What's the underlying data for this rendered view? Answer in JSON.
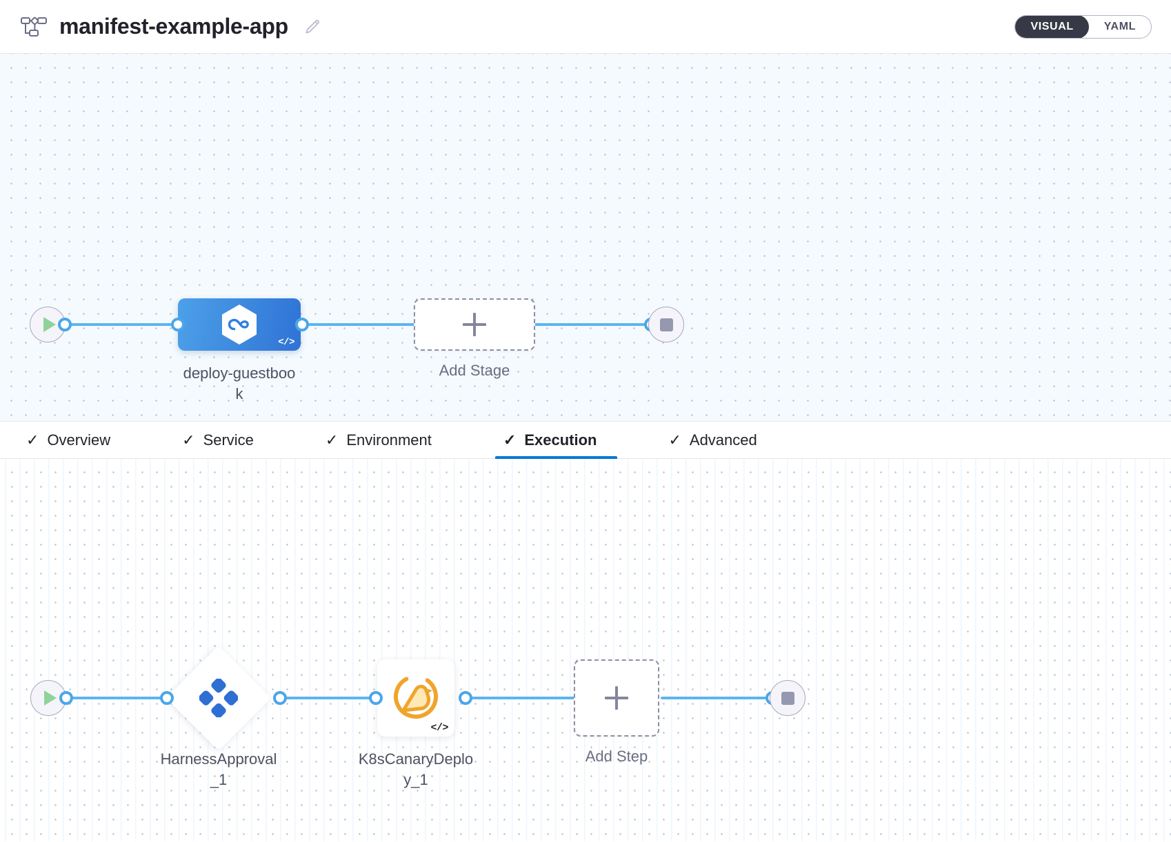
{
  "header": {
    "pipeline_icon": "pipeline-diagram-icon",
    "title": "manifest-example-app",
    "edit_icon": "pencil-edit-icon",
    "view_toggle": {
      "options": [
        "VISUAL",
        "YAML"
      ],
      "selected": "VISUAL"
    }
  },
  "stage_graph": {
    "start_node": {
      "name": "pipeline-start",
      "icon": "play-icon"
    },
    "end_node": {
      "name": "pipeline-end",
      "icon": "stop-icon"
    },
    "stages": [
      {
        "label": "deploy-guestbook",
        "icon": "harness-hexagon-icon",
        "code_badge": "</>",
        "type": "deploy"
      }
    ],
    "add_stage": {
      "label": "Add Stage",
      "icon": "plus-icon"
    }
  },
  "tabs": [
    {
      "label": "Overview",
      "check": "✓",
      "active": false
    },
    {
      "label": "Service",
      "check": "✓",
      "active": false
    },
    {
      "label": "Environment",
      "check": "✓",
      "active": false
    },
    {
      "label": "Execution",
      "check": "✓",
      "active": true
    },
    {
      "label": "Advanced",
      "check": "✓",
      "active": false
    }
  ],
  "step_graph": {
    "start_node": {
      "name": "execution-start",
      "icon": "play-icon"
    },
    "end_node": {
      "name": "execution-end",
      "icon": "stop-icon"
    },
    "steps": [
      {
        "label": "HarnessApproval_1",
        "icon": "harness-approval-diamond-icon",
        "shape": "diamond"
      },
      {
        "label": "K8sCanaryDeploy_1",
        "icon": "canary-bird-icon",
        "code_badge": "</>",
        "shape": "square"
      }
    ],
    "add_step": {
      "label": "Add Step",
      "icon": "plus-icon"
    }
  },
  "colors": {
    "accent_blue": "#0278d5",
    "edge_blue": "#5bb5f0",
    "stage_blue": "#2f73d6",
    "canary_orange": "#f0a32a",
    "approval_blue": "#2e6fd4",
    "toggle_dark": "#383946",
    "canvas_blue": "#f4fafe"
  }
}
